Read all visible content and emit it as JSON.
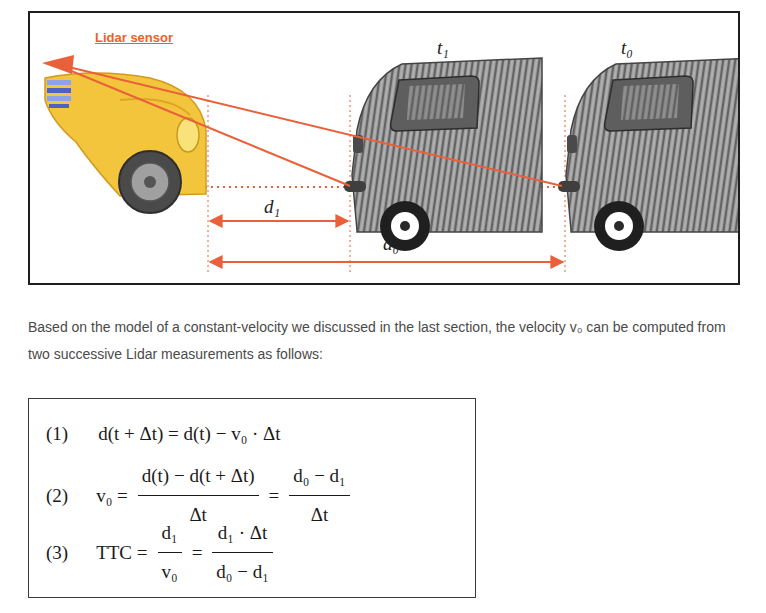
{
  "diagram": {
    "nodes": [
      {
        "text": [
          "Lidar sensor",
          "t₁",
          "t₀",
          "d₁",
          "d₀"
        ]
      },
      {
        "text": [
          "(1)",
          "d(t + Δt) = d(t) − v₀ · Δt",
          "(2)",
          "v₀ =",
          "d(t) − d(t + Δt)",
          "Δt",
          "=",
          "d₀ − d₁",
          "Δt",
          "(3)",
          "TTC =",
          "d₁",
          "v₀",
          "=",
          "d₁ · Δt",
          "d₀ − d₁"
        ]
      }
    ],
    "labels": [
      "Based on the model of a constant-velocity we discussed in the last section, the velocity v₀ can be computed from two successive Lidar measurements as follows:"
    ]
  }
}
